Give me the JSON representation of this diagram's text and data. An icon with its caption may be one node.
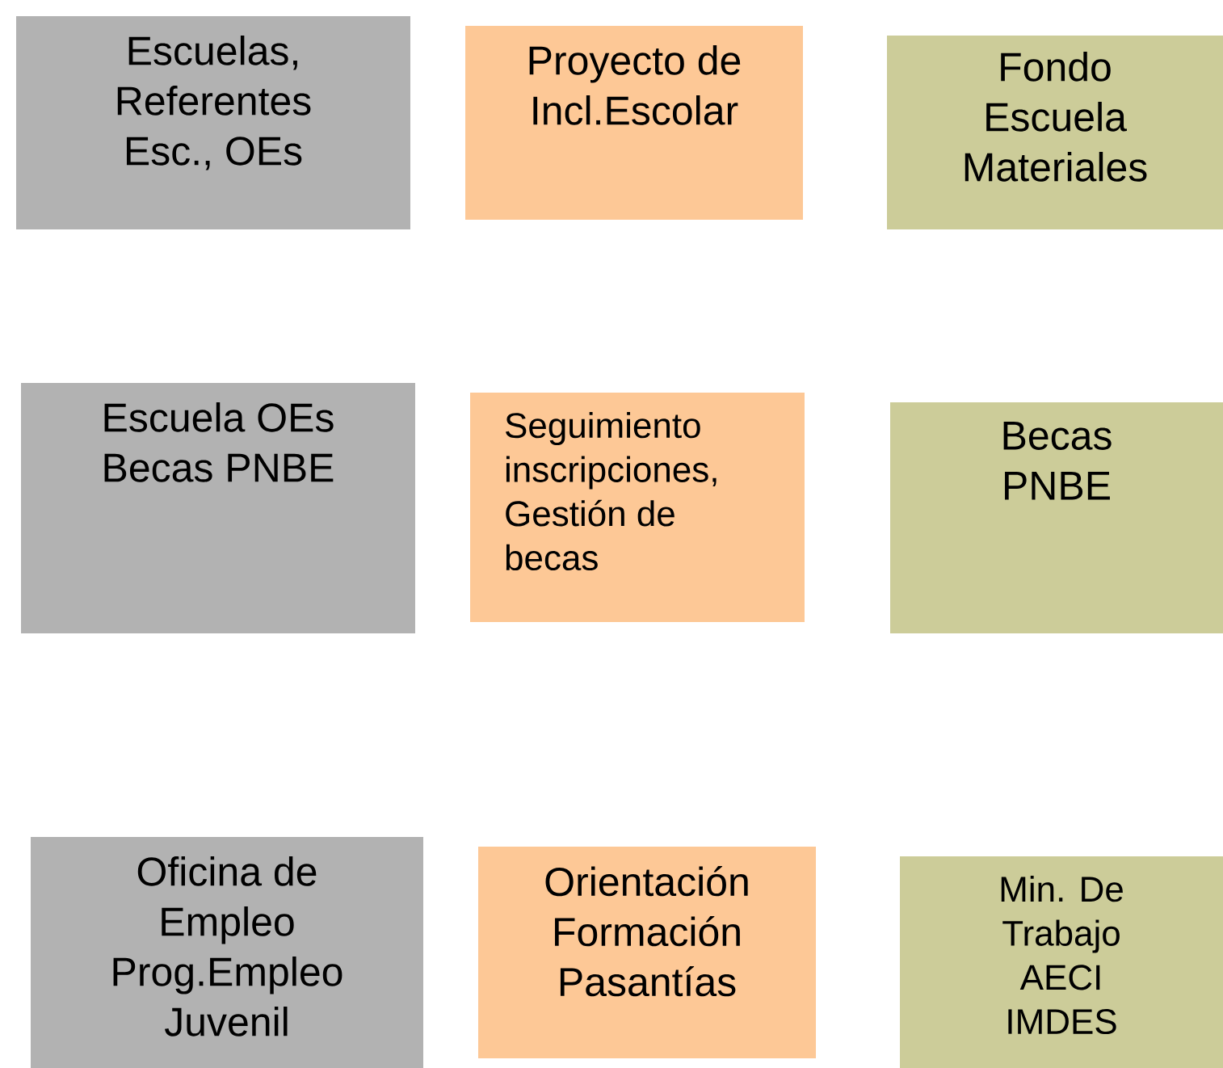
{
  "diagram": {
    "nodes": [
      {
        "text": [
          "Escuelas, Referentes Esc., OEs"
        ]
      },
      {
        "text": [
          "Proyecto de Incl.Escolar"
        ]
      },
      {
        "text": [
          "Fondo Escuela Materiales"
        ]
      },
      {
        "text": [
          "Escuela OEs Becas PNBE"
        ]
      },
      {
        "text": [
          "Seguimiento inscripciones, Gestión de becas"
        ]
      },
      {
        "text": [
          "Becas PNBE"
        ]
      },
      {
        "text": [
          "Oficina de Empleo Prog.Empleo Juvenil"
        ]
      },
      {
        "text": [
          "Orientación Formación Pasantías"
        ]
      },
      {
        "text": [
          "Min. De Trabajo AECI IMDES"
        ]
      }
    ]
  }
}
